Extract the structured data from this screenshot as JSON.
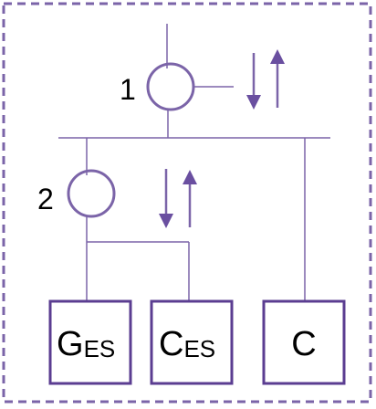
{
  "labels": {
    "meter_1": "1",
    "meter_2": "2"
  },
  "boxes": [
    {
      "main": "G",
      "sub": "ES"
    },
    {
      "main": "C",
      "sub": "ES"
    },
    {
      "main": "C",
      "sub": ""
    }
  ],
  "colors": {
    "line": "#7b64a8",
    "box_border": "#5b3d91",
    "frame": "#7b64a8",
    "arrow": "#6a4fa0"
  }
}
